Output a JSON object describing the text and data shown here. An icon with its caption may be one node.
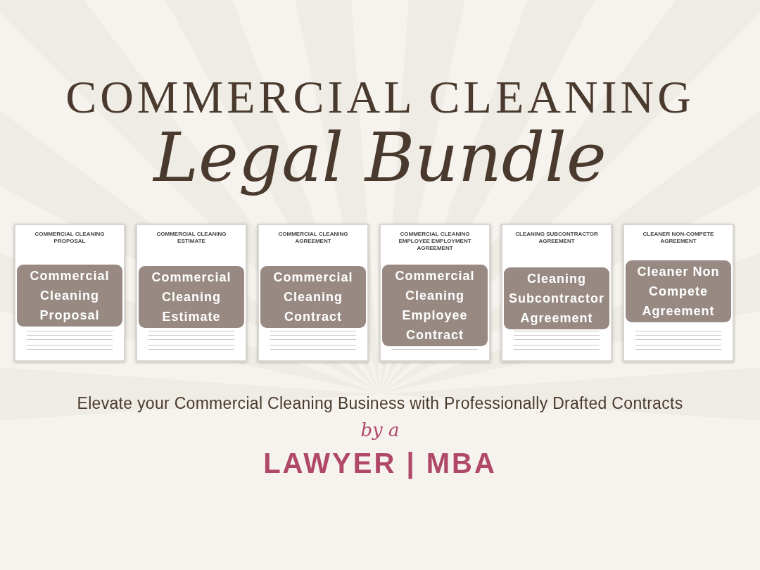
{
  "diagram": {
    "title": "COMMERCIAL CLEANING",
    "nodes": [
      {
        "text": [
          "COMMERCIAL CLEANING PROPOSAL",
          "Commercial Cleaning Proposal"
        ]
      },
      {
        "text": [
          "COMMERCIAL CLEANING ESTIMATE",
          "Commercial Cleaning Estimate"
        ]
      },
      {
        "text": [
          "COMMERCIAL CLEANING AGREEMENT",
          "Commercial Cleaning Contract"
        ]
      },
      {
        "text": [
          "COMMERCIAL CLEANING EMPLOYEE EMPLOYMENT AGREEMENT",
          "Commercial Cleaning Employee Contract"
        ]
      },
      {
        "text": [
          "CLEANING SUBCONTRACTOR AGREEMENT",
          "Cleaning Subcontractor Agreement"
        ]
      },
      {
        "text": [
          "CLEANER NON-COMPETE AGREEMENT",
          "Cleaner Non Compete Agreement"
        ]
      }
    ],
    "edges": [],
    "labels": [
      "Legal Bundle",
      "Elevate your Commercial Cleaning Business with Professionally Drafted Contracts",
      "by a",
      "LAWYER | MBA"
    ]
  }
}
